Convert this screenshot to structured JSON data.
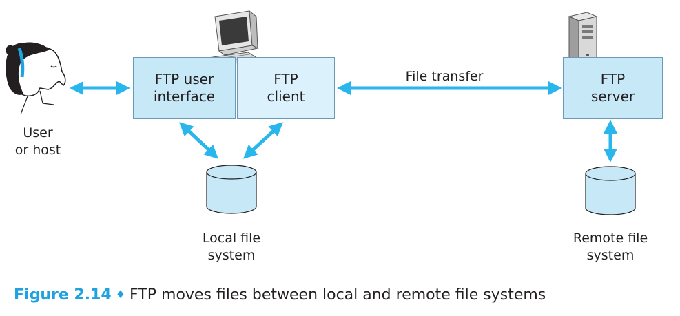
{
  "boxes": {
    "user_interface": "FTP user\ninterface",
    "client": "FTP\nclient",
    "server": "FTP\nserver"
  },
  "labels": {
    "user": "User\nor host",
    "file_transfer": "File transfer",
    "local_fs": "Local file\nsystem",
    "remote_fs": "Remote file\nsystem"
  },
  "caption": {
    "figure": "Figure 2.14",
    "diamond": "♦",
    "text": "FTP moves files between local and remote file systems"
  },
  "colors": {
    "arrow": "#29b6ec",
    "box_fill": "#c6e8f7",
    "client_fill": "#dbf1fb",
    "disk_fill": "#c6e8f7",
    "caption_accent": "#1fa2e0"
  }
}
